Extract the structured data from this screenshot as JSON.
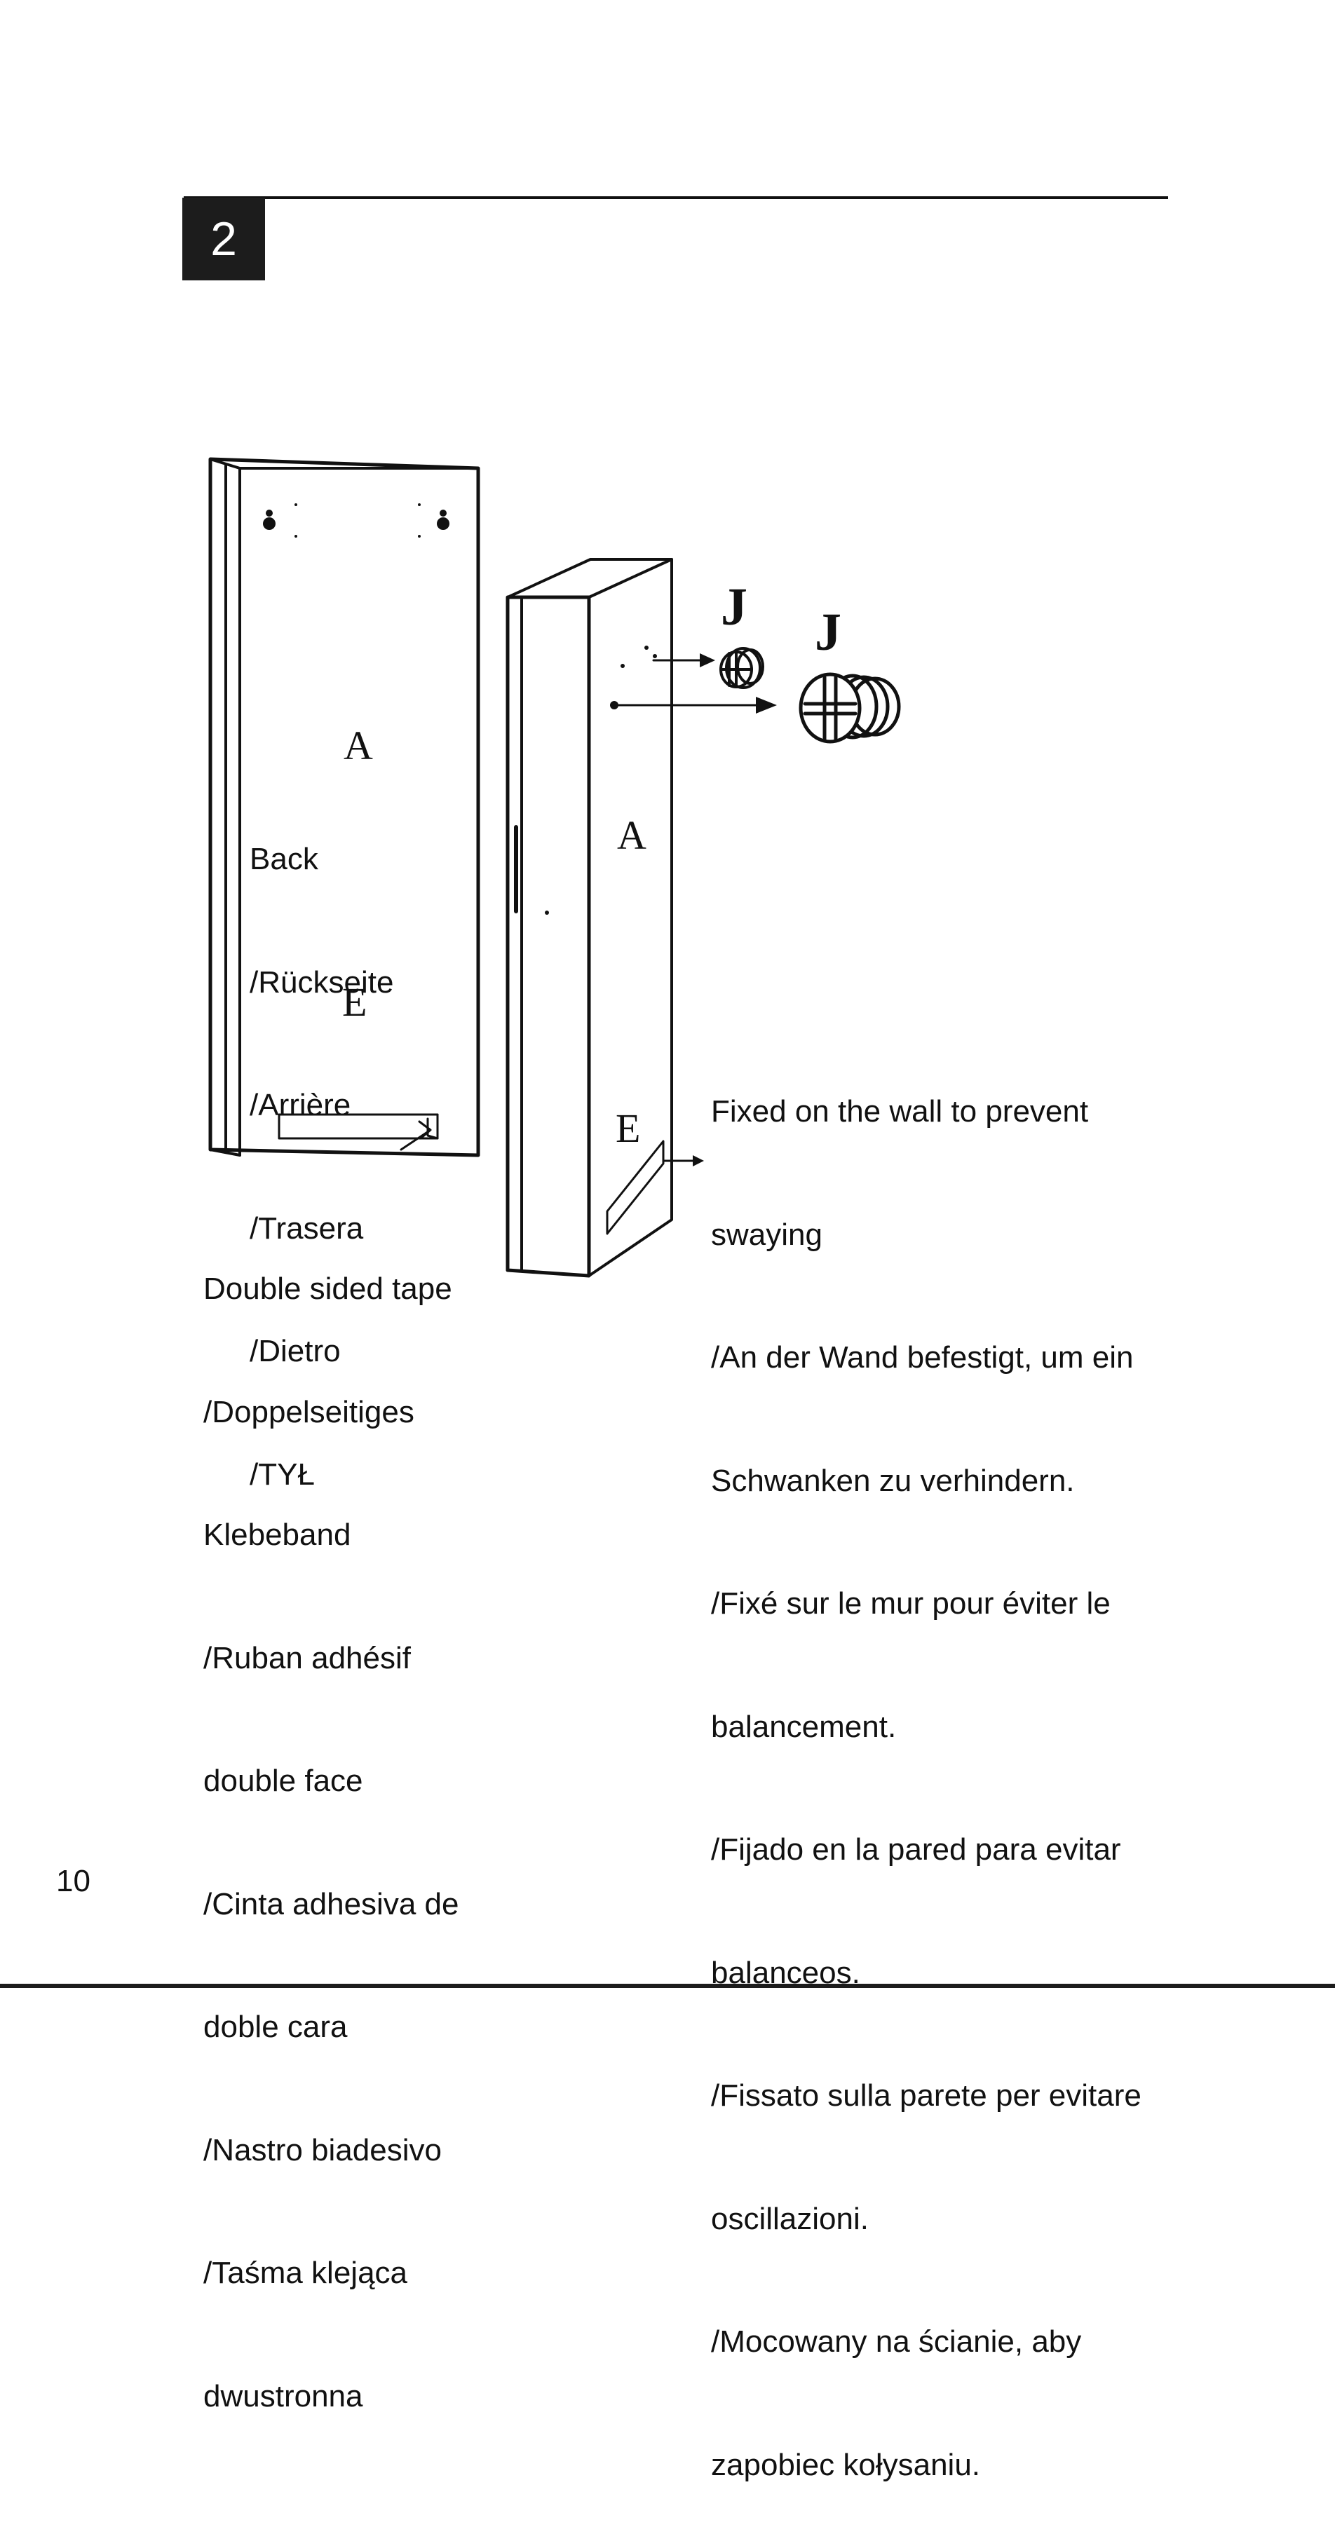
{
  "step": {
    "number": "2"
  },
  "page_number": "10",
  "parts": {
    "panel": "A",
    "tape": "E",
    "fitting": "J"
  },
  "back_label": {
    "lines": [
      "Back",
      "/Rückseite",
      "/Arrière",
      "/Trasera",
      "/Dietro",
      "/TYŁ"
    ]
  },
  "tape_label": {
    "lines": [
      "Double sided tape",
      "/Doppelseitiges",
      "Klebeband",
      "/Ruban adhésif",
      "double face",
      "/Cinta adhesiva de",
      "doble cara",
      "/Nastro biadesivo",
      "/Taśma klejąca",
      "dwustronna"
    ]
  },
  "wall_label": {
    "lines": [
      "Fixed on the wall to prevent",
      "swaying",
      "/An der Wand befestigt, um ein",
      "Schwanken zu verhindern.",
      "/Fixé sur le mur pour éviter le",
      "balancement.",
      "/Fijado en la pared para evitar",
      "balanceos.",
      "/Fissato sulla parete per evitare",
      "oscillazioni.",
      "/Mocowany na ścianie, aby",
      "zapobiec kołysaniu."
    ]
  }
}
